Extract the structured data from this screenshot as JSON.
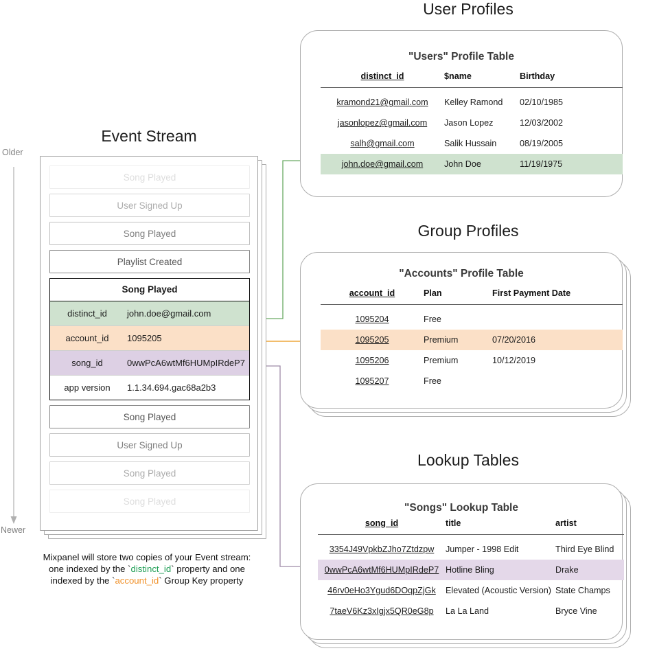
{
  "timeline": {
    "older_label": "Older",
    "newer_label": "Newer"
  },
  "event_stream": {
    "title": "Event Stream",
    "events_before": [
      {
        "label": "Song Played",
        "fade": "fade-1"
      },
      {
        "label": "User Signed Up",
        "fade": "fade-2"
      },
      {
        "label": "Song Played",
        "fade": "fade-3"
      },
      {
        "label": "Playlist Created",
        "fade": "solid"
      }
    ],
    "expanded_event": {
      "title": "Song Played",
      "properties": [
        {
          "key": "distinct_id",
          "value": "john.doe@gmail.com",
          "highlight": "hl-green"
        },
        {
          "key": "account_id",
          "value": "1095205",
          "highlight": "hl-orange"
        },
        {
          "key": "song_id",
          "value": "0wwPcA6wtMf6HUMpIRdeP7",
          "highlight": "hl-purple"
        },
        {
          "key": "app version",
          "value": "1.1.34.694.gac68a2b3",
          "highlight": "plain"
        }
      ]
    },
    "events_after": [
      {
        "label": "Song Played",
        "fade": "solid"
      },
      {
        "label": "User Signed Up",
        "fade": "fade-3"
      },
      {
        "label": "Song Played",
        "fade": "fade-2"
      },
      {
        "label": "Song Played",
        "fade": "fade-1"
      }
    ],
    "caption": {
      "line1": "Mixpanel will store two copies of your Event stream:",
      "line2_a": "one indexed by the `",
      "line2_token": "distinct_id",
      "line2_b": "` property and one",
      "line3_a": "indexed by the `",
      "line3_token": "account_id",
      "line3_b": "` Group Key property"
    }
  },
  "user_profiles": {
    "section_title": "User Profiles",
    "table_title": "\"Users\" Profile Table",
    "columns": [
      "distinct_id",
      "$name",
      "Birthday"
    ],
    "rows": [
      {
        "cells": [
          "kramond21@gmail.com",
          "Kelley Ramond",
          "02/10/1985"
        ],
        "highlight": ""
      },
      {
        "cells": [
          "jasonlopez@gmail.com",
          "Jason Lopez",
          "12/03/2002"
        ],
        "highlight": ""
      },
      {
        "cells": [
          "salh@gmail.com",
          "Salik Hussain",
          "08/19/2005"
        ],
        "highlight": ""
      },
      {
        "cells": [
          "john.doe@gmail.com",
          "John Doe",
          "11/19/1975"
        ],
        "highlight": "row-hl-green"
      }
    ]
  },
  "group_profiles": {
    "section_title": "Group Profiles",
    "table_title": "\"Accounts\" Profile Table",
    "columns": [
      "account_id",
      "Plan",
      "First Payment Date"
    ],
    "rows": [
      {
        "cells": [
          "1095204",
          "Free",
          ""
        ],
        "highlight": ""
      },
      {
        "cells": [
          "1095205",
          "Premium",
          "07/20/2016"
        ],
        "highlight": "row-hl-orange"
      },
      {
        "cells": [
          "1095206",
          "Premium",
          "10/12/2019"
        ],
        "highlight": ""
      },
      {
        "cells": [
          "1095207",
          "Free",
          ""
        ],
        "highlight": ""
      }
    ]
  },
  "lookup_tables": {
    "section_title": "Lookup Tables",
    "table_title": "\"Songs\" Lookup Table",
    "columns": [
      "song_id",
      "title",
      "artist"
    ],
    "rows": [
      {
        "cells": [
          "3354J49VpkbZJho7Ztdzpw",
          "Jumper - 1998 Edit",
          "Third Eye Blind"
        ],
        "highlight": ""
      },
      {
        "cells": [
          "0wwPcA6wtMf6HUMpIRdeP7",
          "Hotline Bling",
          "Drake"
        ],
        "highlight": "row-hl-purple"
      },
      {
        "cells": [
          "46rv0eHo3Ygud6DOqpZjGk",
          "Elevated (Acoustic Version)",
          "State Champs"
        ],
        "highlight": ""
      },
      {
        "cells": [
          "7taeV6Kz3xIgjx5QR0eG8p",
          "La La Land",
          "Bryce Vine"
        ],
        "highlight": ""
      }
    ]
  },
  "colors": {
    "green_highlight": "#cfe2cf",
    "orange_highlight": "#fbe0c7",
    "purple_highlight": "#e4d8e9",
    "green_arrow": "#6aaa64",
    "orange_arrow": "#eea73c",
    "purple_arrow": "#9e8aa8",
    "card_border": "#adadad"
  }
}
